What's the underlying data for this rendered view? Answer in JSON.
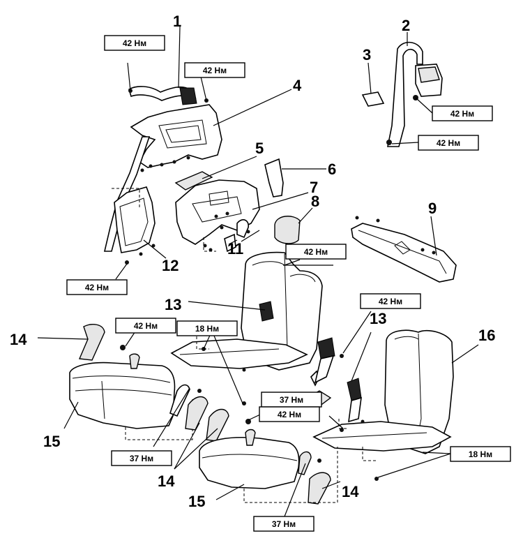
{
  "callouts": {
    "c1": "1",
    "c2": "2",
    "c3": "3",
    "c4": "4",
    "c5": "5",
    "c6": "6",
    "c7": "7",
    "c8": "8",
    "c9": "9",
    "c11": "11",
    "c12": "12",
    "c13a": "13",
    "c13b": "13",
    "c14a": "14",
    "c14b": "14",
    "c14c": "14",
    "c15a": "15",
    "c15b": "15",
    "c16": "16"
  },
  "torque": {
    "t1": "42 Нм",
    "t2": "42 Нм",
    "t3": "42 Нм",
    "t4": "42 Нм",
    "t5": "42 Нм",
    "t6": "42 Нм",
    "t7": "42 Нм",
    "t8": "42 Нм",
    "t9": "18 Нм",
    "t10": "37 Нм",
    "t11": "42 Нм",
    "t12": "37 Нм",
    "t13": "18 Нм",
    "t14": "37 Нм"
  }
}
